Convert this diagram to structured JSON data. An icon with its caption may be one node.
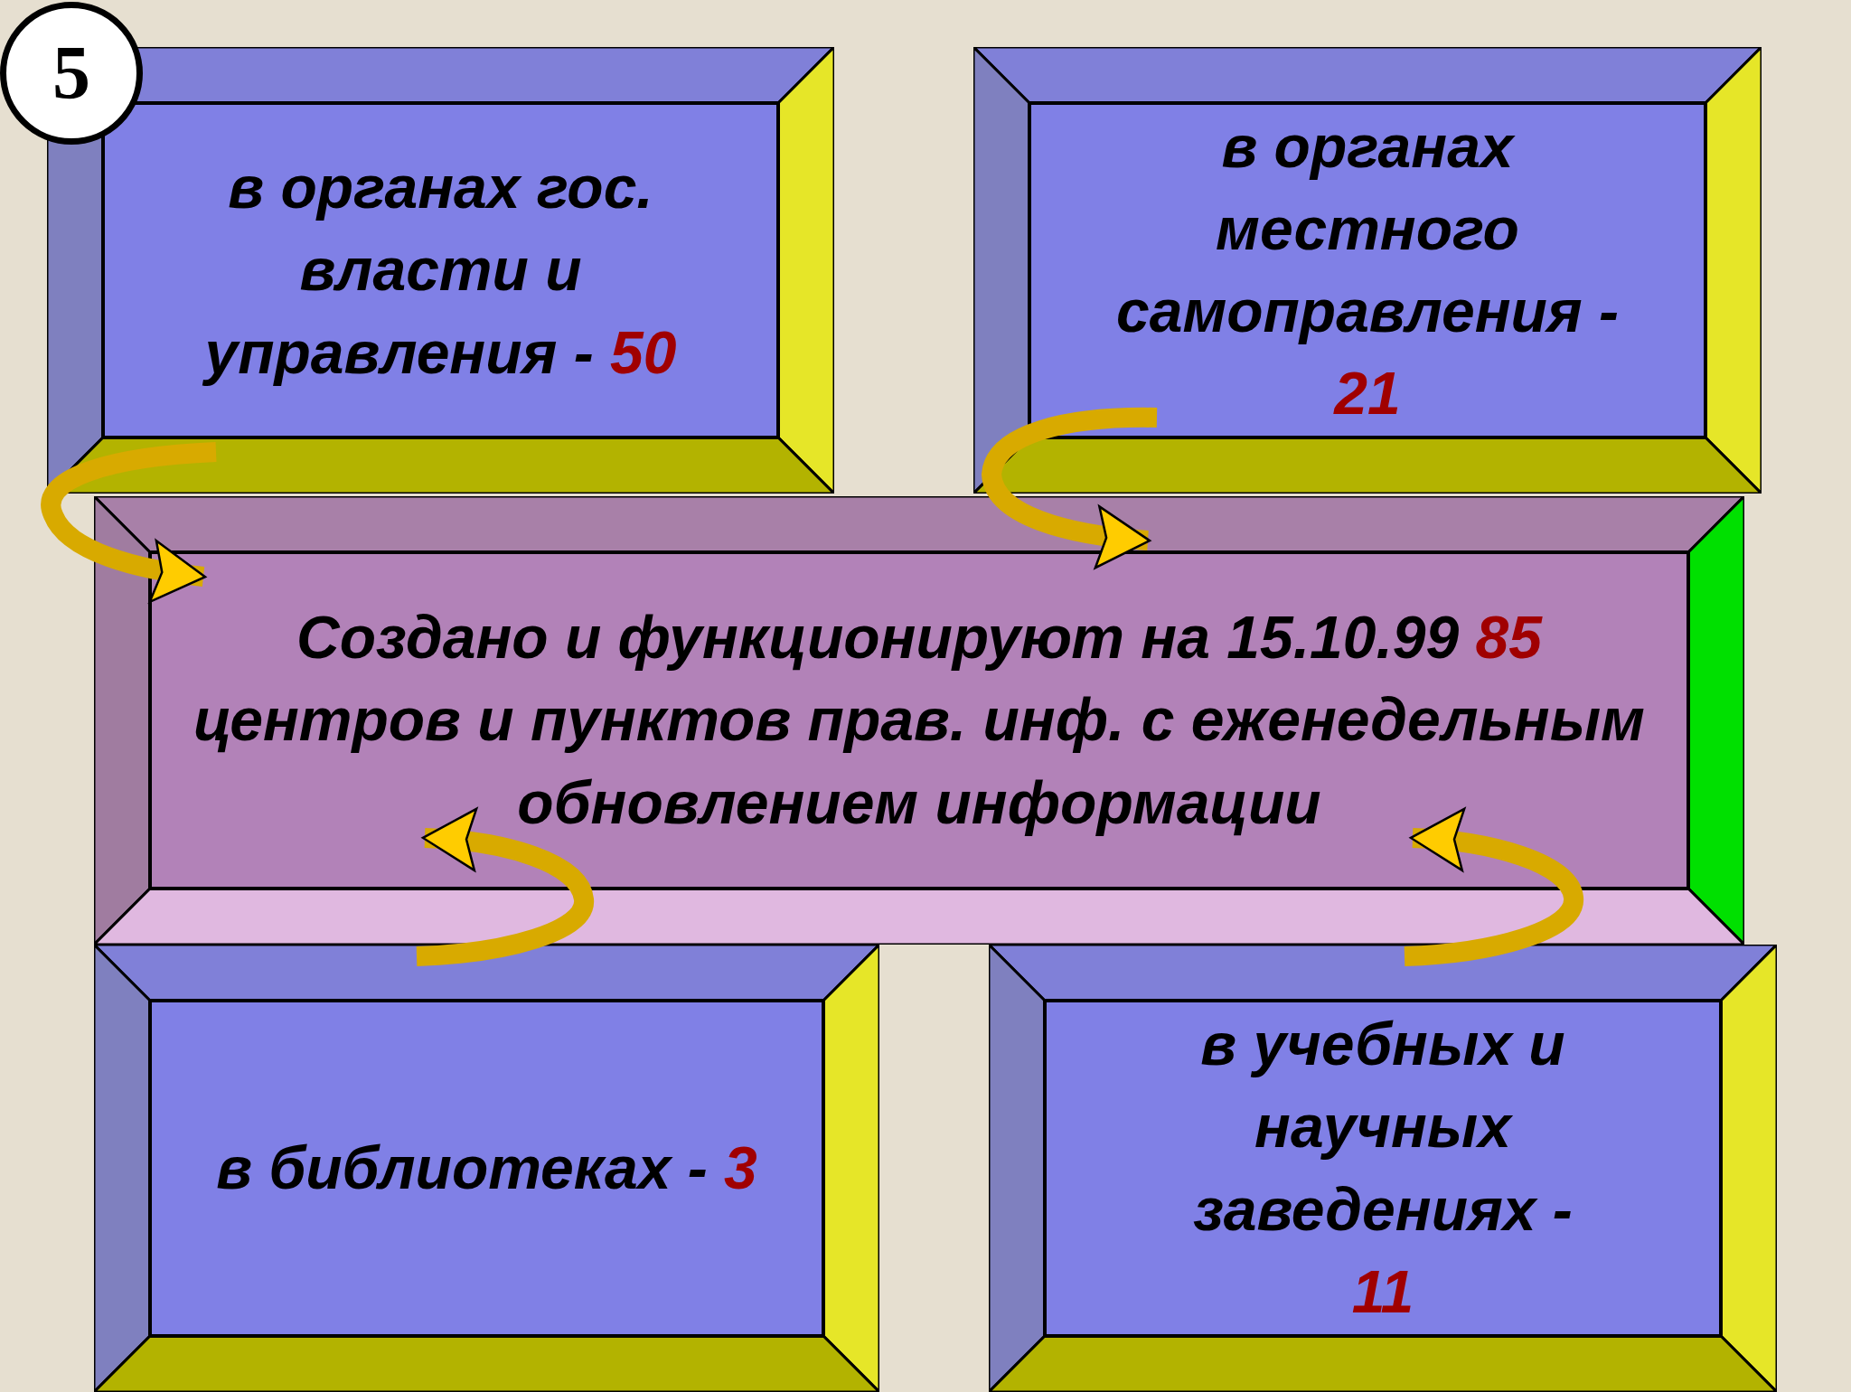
{
  "diagram": {
    "nodes": [
      {
        "text": [
          "5"
        ]
      },
      {
        "text": [
          "в органах гос. власти и управления - **50**"
        ]
      },
      {
        "text": [
          "в органах местного самоправления - **21**"
        ]
      },
      {
        "text": [
          "Создано и функционируют на 15.10.99 **85** центров и пунктов прав. инф. с еженедельным обновлением информации"
        ]
      },
      {
        "text": [
          "в библиотеках - **3**"
        ]
      },
      {
        "text": [
          "в учебных и научных заведениях - **11**"
        ]
      }
    ],
    "edges": [
      {
        "from": 1,
        "to": 3,
        "arrow": "to"
      },
      {
        "from": 2,
        "to": 3,
        "arrow": "to"
      },
      {
        "from": 4,
        "to": 3,
        "arrow": "to"
      },
      {
        "from": 5,
        "to": 3,
        "arrow": "to"
      }
    ]
  }
}
